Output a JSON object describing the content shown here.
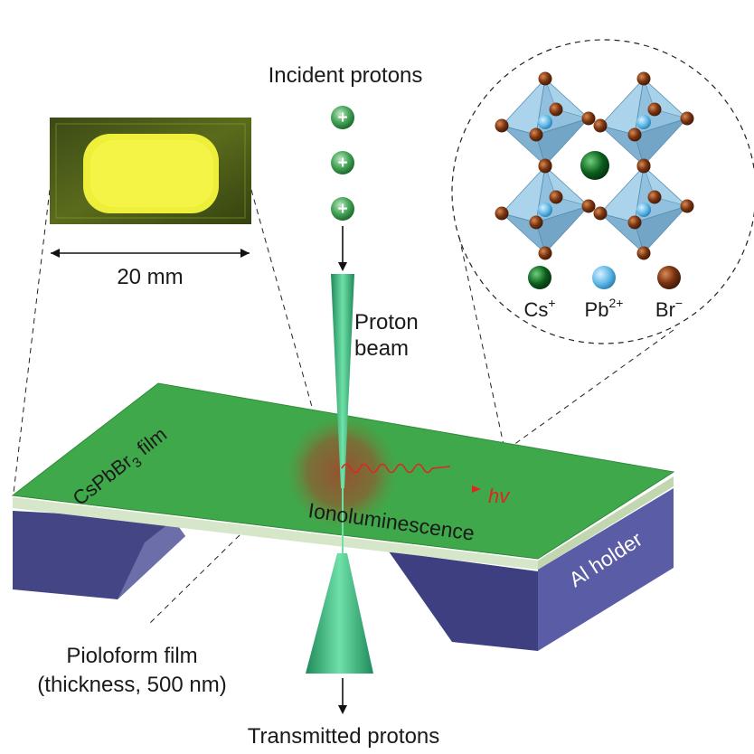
{
  "labels": {
    "incident_protons": "Incident protons",
    "proton_beam_line1": "Proton",
    "proton_beam_line2": "beam",
    "scale_bar": "20 mm",
    "film_label_prefix": "CsPbBr",
    "film_label_subscript": "3",
    "film_label_suffix": " film",
    "ionoluminescence": "Ionoluminescence",
    "hv": "hv",
    "al_holder": "Al holder",
    "pioloform_line1": "Pioloform film",
    "pioloform_line2": "(thickness, 500 nm)",
    "transmitted_protons": "Transmitted protons",
    "proton_symbol": "+"
  },
  "legend": [
    {
      "element": "Cs",
      "charge": "+",
      "color": "#0b5e1c"
    },
    {
      "element": "Pb",
      "charge": "2+",
      "color": "#5fb8e6"
    },
    {
      "element": "Br",
      "charge": "−",
      "color": "#7a3410"
    }
  ],
  "colors": {
    "film_green": "#3fa84a",
    "holder_purple": "#434585",
    "beam_green": "#2fb37a",
    "emission_red": "#e0261e",
    "octahedron_blue": "#8fc3e4"
  }
}
